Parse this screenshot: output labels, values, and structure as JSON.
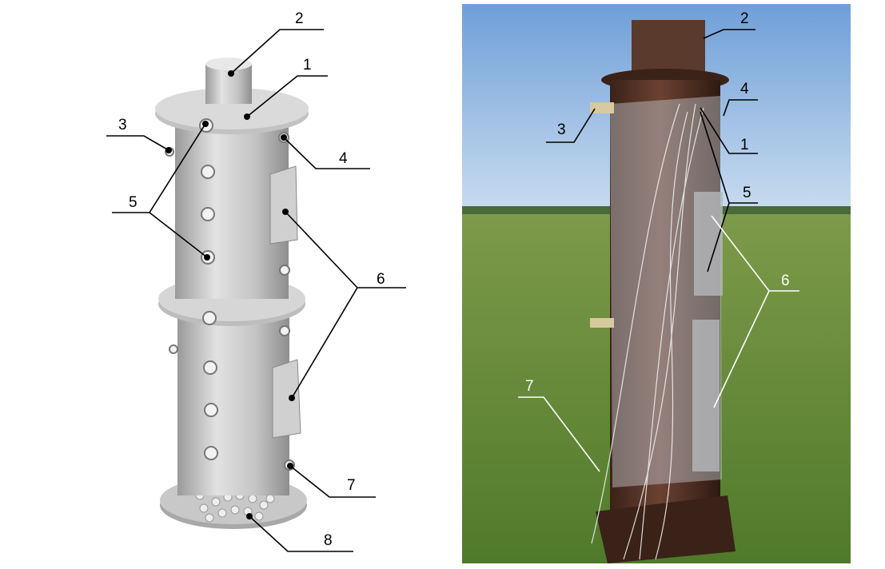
{
  "left_panel": {
    "labels": [
      "2",
      "1",
      "3",
      "4",
      "5",
      "6",
      "7",
      "8"
    ]
  },
  "right_panel": {
    "labels": [
      "2",
      "4",
      "3",
      "1",
      "5",
      "6",
      "7"
    ]
  }
}
